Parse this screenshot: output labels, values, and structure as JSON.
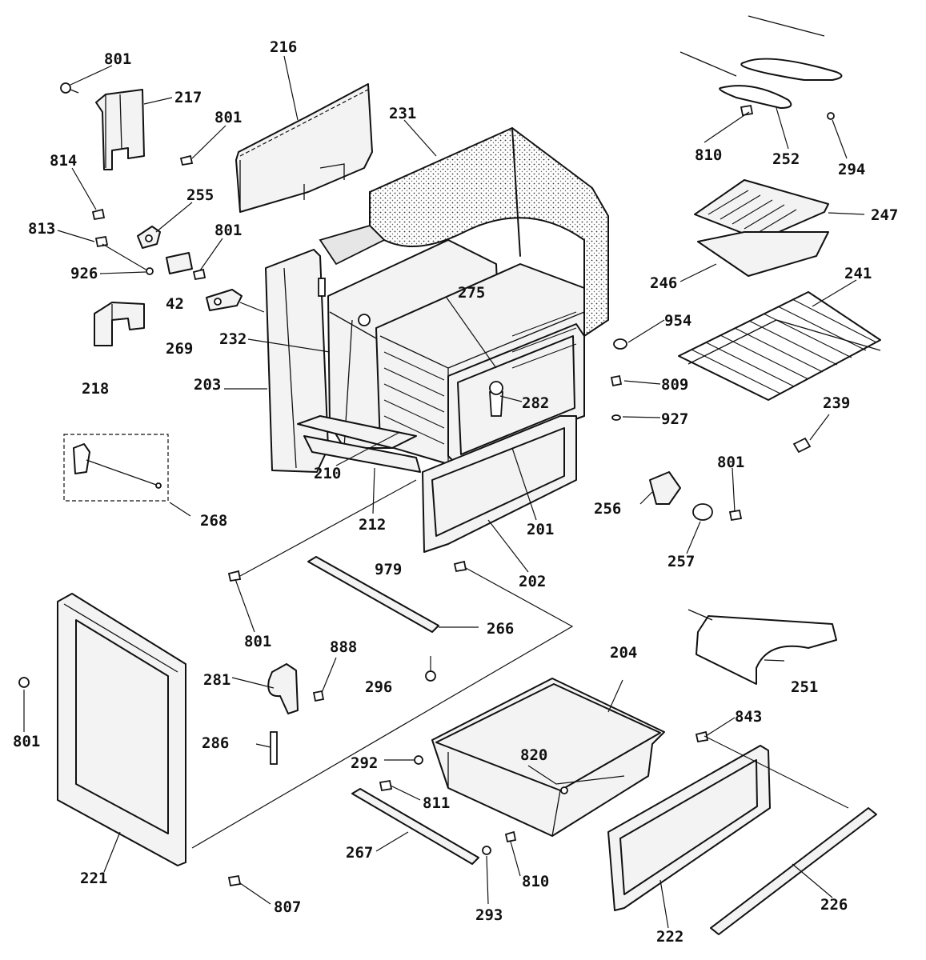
{
  "labels": [
    {
      "id": "l801a",
      "text": "801"
    },
    {
      "id": "l217",
      "text": "217"
    },
    {
      "id": "l216",
      "text": "216"
    },
    {
      "id": "l801b",
      "text": "801"
    },
    {
      "id": "l231",
      "text": "231"
    },
    {
      "id": "l814",
      "text": "814"
    },
    {
      "id": "l255",
      "text": "255"
    },
    {
      "id": "l813",
      "text": "813"
    },
    {
      "id": "l801c",
      "text": "801"
    },
    {
      "id": "l926",
      "text": "926"
    },
    {
      "id": "l42",
      "text": "42"
    },
    {
      "id": "l269",
      "text": "269"
    },
    {
      "id": "l232",
      "text": "232"
    },
    {
      "id": "l218",
      "text": "218"
    },
    {
      "id": "l203",
      "text": "203"
    },
    {
      "id": "l275",
      "text": "275"
    },
    {
      "id": "l210",
      "text": "210"
    },
    {
      "id": "l212",
      "text": "212"
    },
    {
      "id": "l282",
      "text": "282"
    },
    {
      "id": "l201",
      "text": "201"
    },
    {
      "id": "l268",
      "text": "268"
    },
    {
      "id": "l202",
      "text": "202"
    },
    {
      "id": "l979",
      "text": "979"
    },
    {
      "id": "l801d",
      "text": "801"
    },
    {
      "id": "l266",
      "text": "266"
    },
    {
      "id": "l810a",
      "text": "810"
    },
    {
      "id": "l252",
      "text": "252"
    },
    {
      "id": "l294",
      "text": "294"
    },
    {
      "id": "l247",
      "text": "247"
    },
    {
      "id": "l246",
      "text": "246"
    },
    {
      "id": "l241",
      "text": "241"
    },
    {
      "id": "l954",
      "text": "954"
    },
    {
      "id": "l809",
      "text": "809"
    },
    {
      "id": "l927",
      "text": "927"
    },
    {
      "id": "l239",
      "text": "239"
    },
    {
      "id": "l801e",
      "text": "801"
    },
    {
      "id": "l256",
      "text": "256"
    },
    {
      "id": "l257",
      "text": "257"
    },
    {
      "id": "l251",
      "text": "251"
    },
    {
      "id": "l204",
      "text": "204"
    },
    {
      "id": "l888",
      "text": "888"
    },
    {
      "id": "l281",
      "text": "281"
    },
    {
      "id": "l296",
      "text": "296"
    },
    {
      "id": "l286",
      "text": "286"
    },
    {
      "id": "l801f",
      "text": "801"
    },
    {
      "id": "l292",
      "text": "292"
    },
    {
      "id": "l820",
      "text": "820"
    },
    {
      "id": "l811",
      "text": "811"
    },
    {
      "id": "l843",
      "text": "843"
    },
    {
      "id": "l267",
      "text": "267"
    },
    {
      "id": "l293",
      "text": "293"
    },
    {
      "id": "l810b",
      "text": "810"
    },
    {
      "id": "l221",
      "text": "221"
    },
    {
      "id": "l807",
      "text": "807"
    },
    {
      "id": "l222",
      "text": "222"
    },
    {
      "id": "l226",
      "text": "226"
    }
  ]
}
